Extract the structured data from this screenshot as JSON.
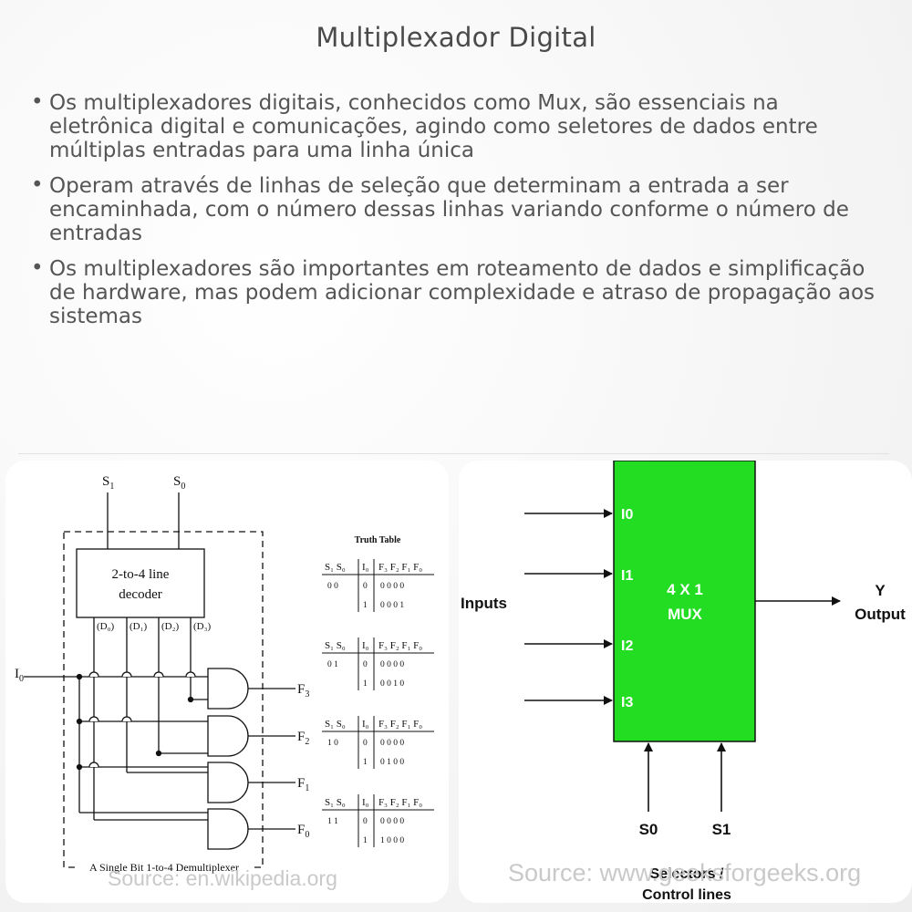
{
  "title": "Multiplexador Digital",
  "bullets": [
    "Os multiplexadores digitais, conhecidos como Mux, são essenciais na eletrônica digital e comunicações, agindo como seletores de dados entre múltiplas entradas para uma linha única",
    "Operam através de linhas de seleção que determinam a entrada a ser encaminhada, com o número dessas linhas variando conforme o número de entradas",
    "Os multiplexadores são importantes em roteamento de dados e simplificação de hardware, mas podem adicionar complexidade e atraso de propagação aos sistemas"
  ],
  "bullet_marker": "•",
  "left_diagram": {
    "select_s1": "S",
    "select_s1_sub": "1",
    "select_s0": "S",
    "select_s0_sub": "0",
    "decoder_line1": "2-to-4 line",
    "decoder_line2": "decoder",
    "decoder_outputs": [
      "(D₀)",
      "(D₁)",
      "(D₂)",
      "(D₃)"
    ],
    "input_label": "I",
    "input_sub": "0",
    "outputs": [
      {
        "label": "F",
        "sub": "3"
      },
      {
        "label": "F",
        "sub": "2"
      },
      {
        "label": "F",
        "sub": "1"
      },
      {
        "label": "F",
        "sub": "0"
      }
    ],
    "caption": "A Single Bit 1-to-4 Demultiplexer",
    "truth_table_title": "Truth Table",
    "truth_header": [
      "S₁ S₀",
      "I₀",
      "F₃ F₂ F₁ F₀"
    ],
    "truth_blocks": [
      {
        "sel": "0   0",
        "rows": [
          {
            "i": "0",
            "f": "0  0  0  0"
          },
          {
            "i": "1",
            "f": "0  0  0  1"
          }
        ]
      },
      {
        "sel": "0   1",
        "rows": [
          {
            "i": "0",
            "f": "0  0  0  0"
          },
          {
            "i": "1",
            "f": "0  0  1  0"
          }
        ]
      },
      {
        "sel": "1   0",
        "rows": [
          {
            "i": "0",
            "f": "0  0  0  0"
          },
          {
            "i": "1",
            "f": "0  1  0  0"
          }
        ]
      },
      {
        "sel": "1   1",
        "rows": [
          {
            "i": "0",
            "f": "0  0  0  0"
          },
          {
            "i": "1",
            "f": "1  0  0  0"
          }
        ]
      }
    ],
    "source": "Source: en.wikipedia.org"
  },
  "right_diagram": {
    "mux_line1": "4 X 1",
    "mux_line2": "MUX",
    "mux_color": "#22dd22",
    "inputs": [
      "I0",
      "I1",
      "I2",
      "I3"
    ],
    "inputs_label": "Inputs",
    "output_y": "Y",
    "output_label": "Output",
    "selectors": [
      "S0",
      "S1"
    ],
    "selectors_line1": "Selectors /",
    "selectors_line2": "Control lines",
    "source": "Source: www.geeksforgeeks.org"
  }
}
